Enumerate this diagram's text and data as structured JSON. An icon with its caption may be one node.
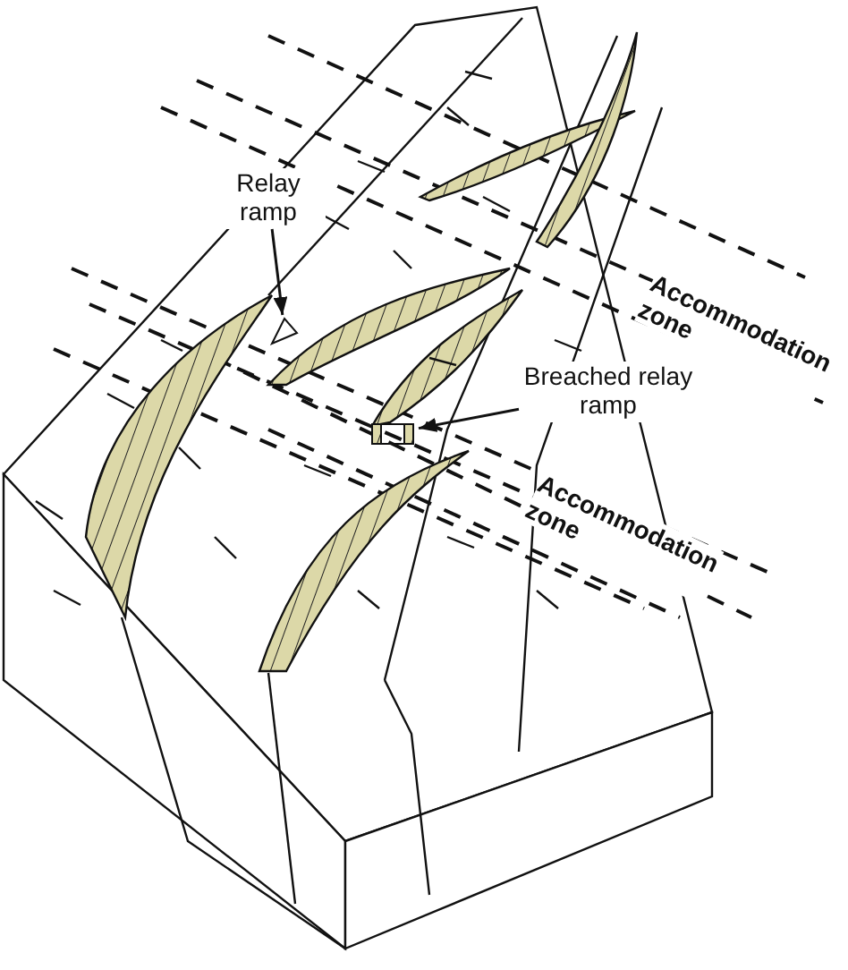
{
  "diagram": {
    "nodes": [
      {
        "text": [
          "Relay ramp"
        ]
      },
      {
        "text": [],
        "shape": "picture"
      },
      {
        "text": [
          "Breached relay ramp"
        ]
      },
      {
        "text": [],
        "shape": "picture"
      }
    ],
    "edges": [
      {
        "from": 0,
        "to": 1,
        "arrow": "to"
      },
      {
        "from": 2,
        "to": 3,
        "arrow": "to"
      }
    ],
    "labels": [
      "Accommodation zone",
      "Accommodation zone"
    ]
  }
}
